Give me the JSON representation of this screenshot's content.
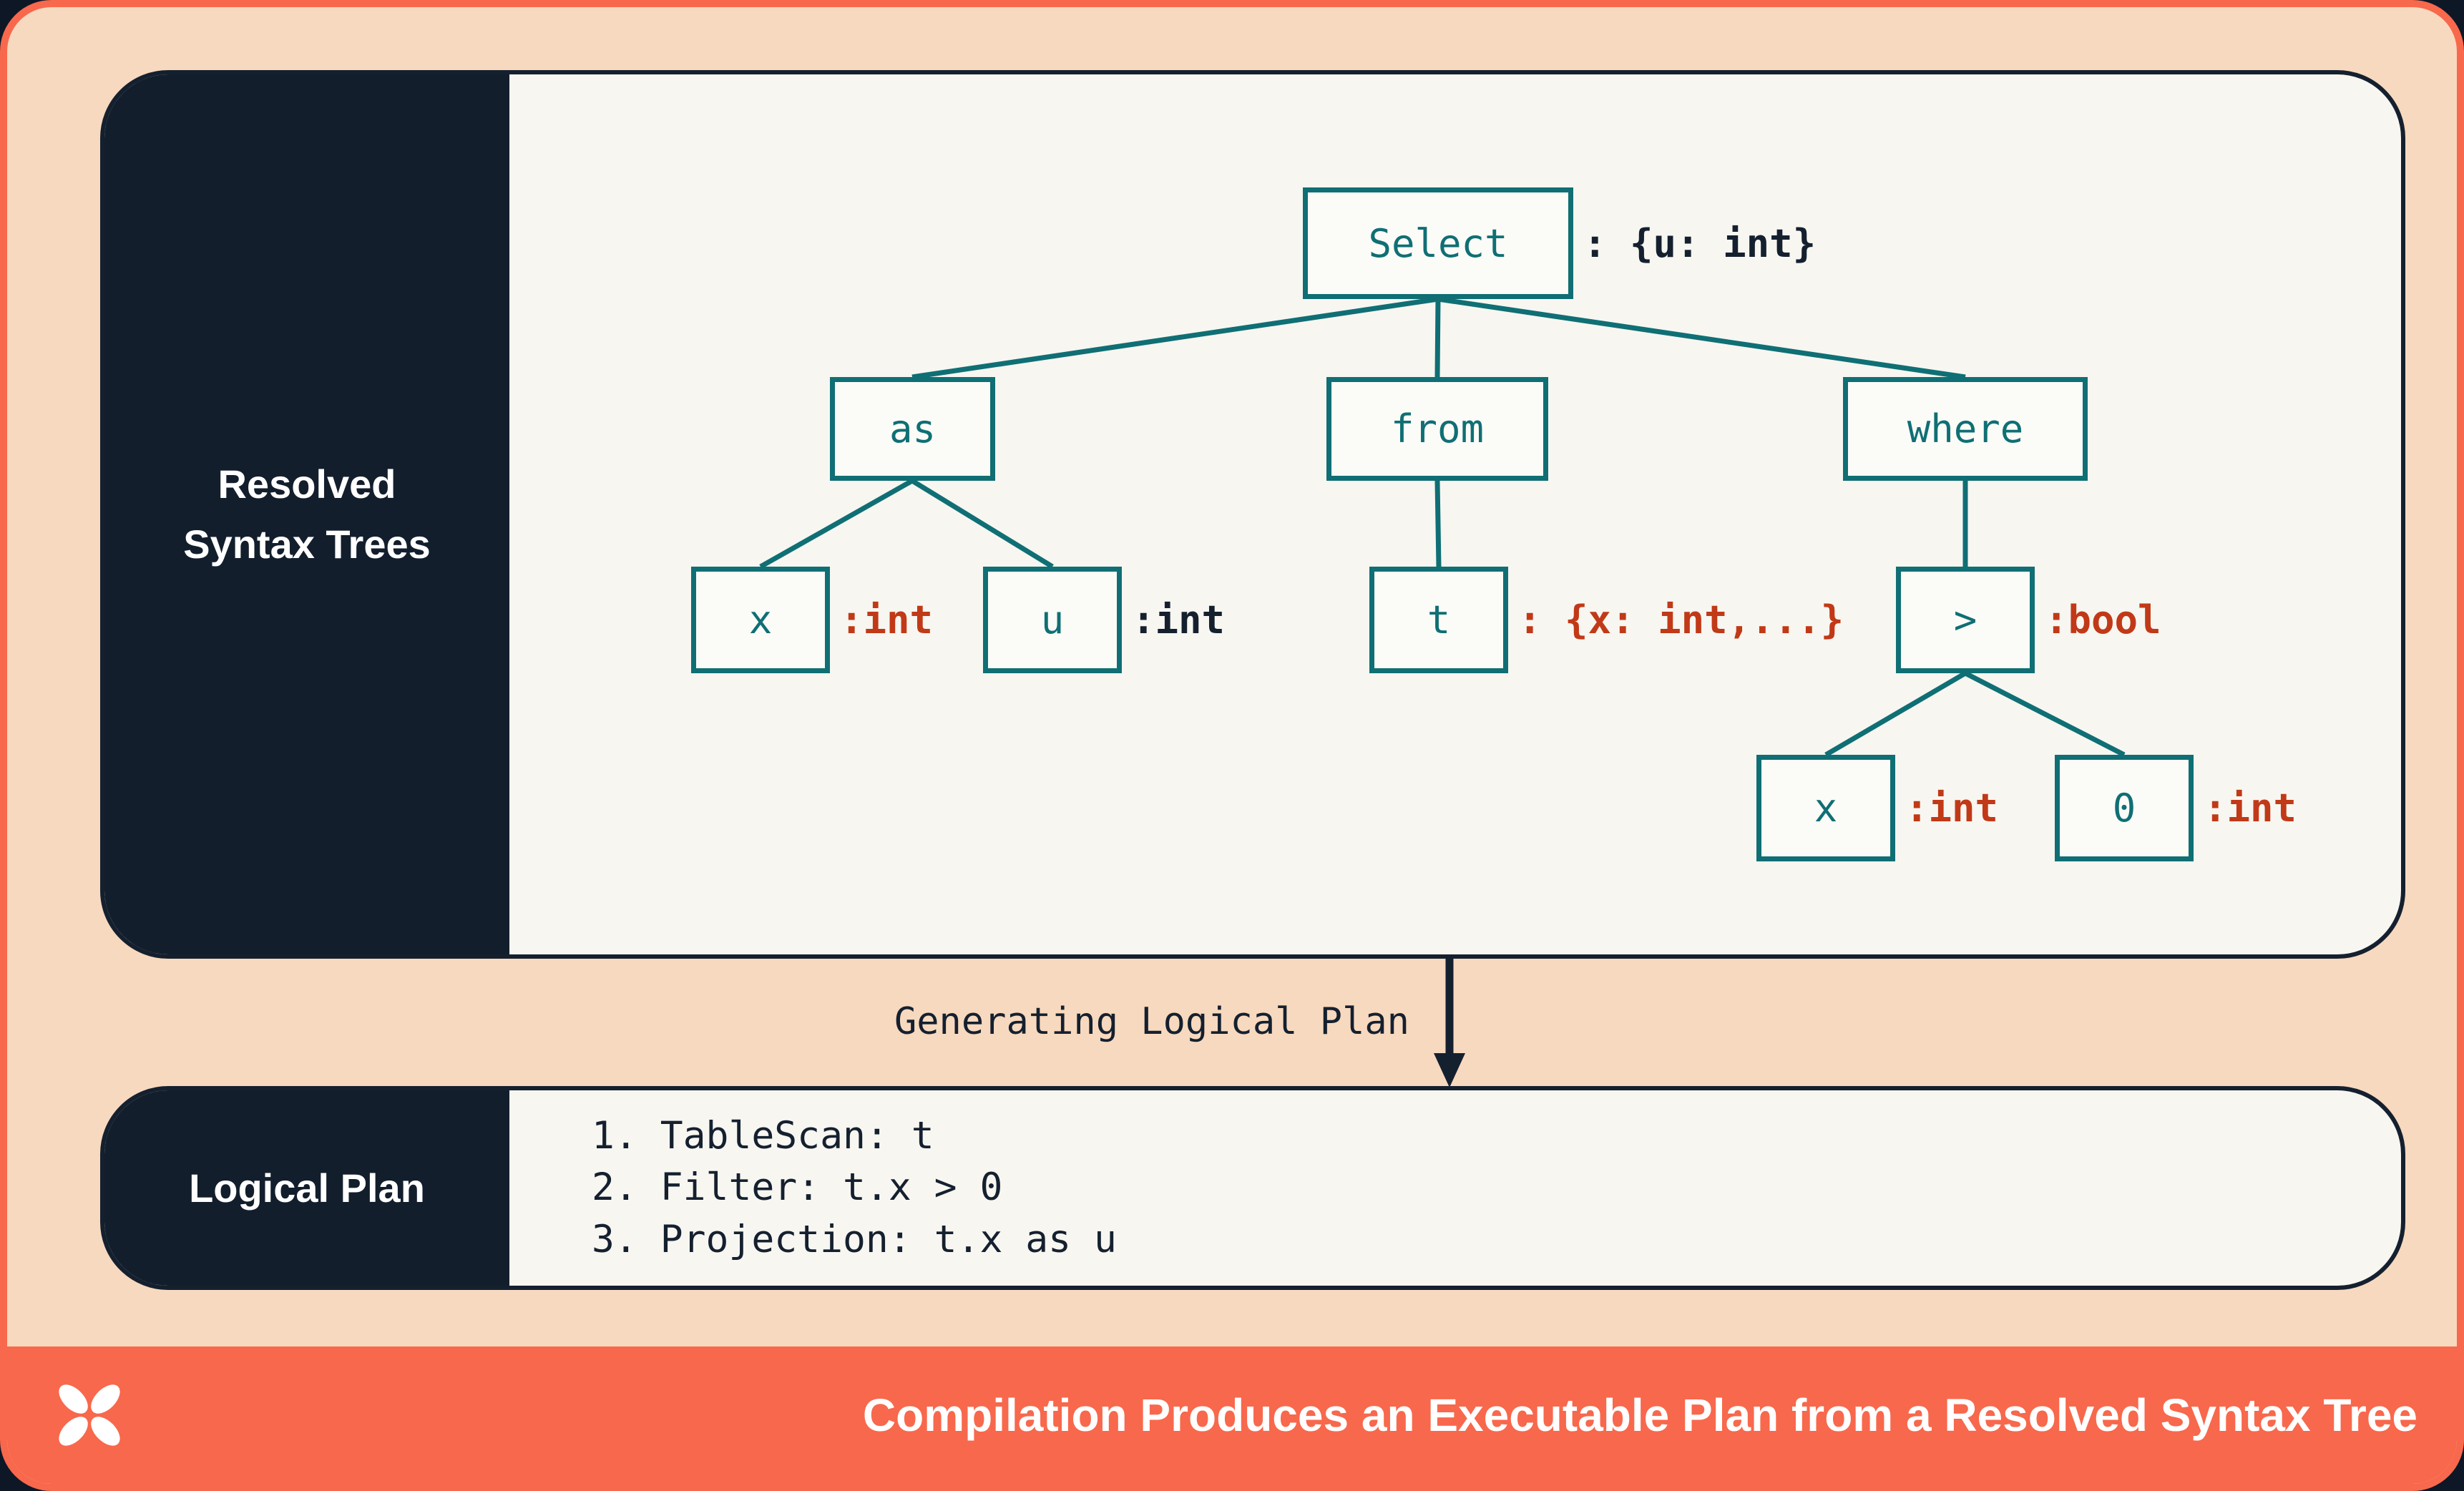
{
  "colors": {
    "background_navy": "#0D1726",
    "canvas_peach": "#F7D9BF",
    "accent_orange": "#F8684C",
    "panel_white": "#F7F6F1",
    "sidebar_navy": "#131E2D",
    "tree_teal": "#0F6F74",
    "type_annotation_red": "#C13917",
    "text_dark": "#15202F"
  },
  "syntax_panel": {
    "label": "Resolved\nSyntax Trees",
    "tree": {
      "nodes": [
        {
          "id": "select",
          "label": "Select",
          "annotation": ": {u: int}"
        },
        {
          "id": "as",
          "label": "as"
        },
        {
          "id": "from",
          "label": "from"
        },
        {
          "id": "where",
          "label": "where"
        },
        {
          "id": "x-alias",
          "label": "x",
          "annotation": ":int"
        },
        {
          "id": "u",
          "label": "u",
          "annotation": ":int"
        },
        {
          "id": "t",
          "label": "t",
          "annotation": ": {x: int,...}"
        },
        {
          "id": "gt",
          "label": ">",
          "annotation": ":bool"
        },
        {
          "id": "x-operand",
          "label": "x",
          "annotation": ":int"
        },
        {
          "id": "zero",
          "label": "0",
          "annotation": ":int"
        }
      ]
    }
  },
  "transition": {
    "label": "Generating Logical Plan"
  },
  "logical_panel": {
    "label": "Logical Plan",
    "steps": [
      "1. TableScan: t",
      "2. Filter: t.x > 0",
      "3. Projection: t.x as u"
    ]
  },
  "footer": {
    "logo_icon": "pinwheel-x-logo",
    "title": "Compilation Produces an Executable Plan from a Resolved Syntax Tree"
  }
}
